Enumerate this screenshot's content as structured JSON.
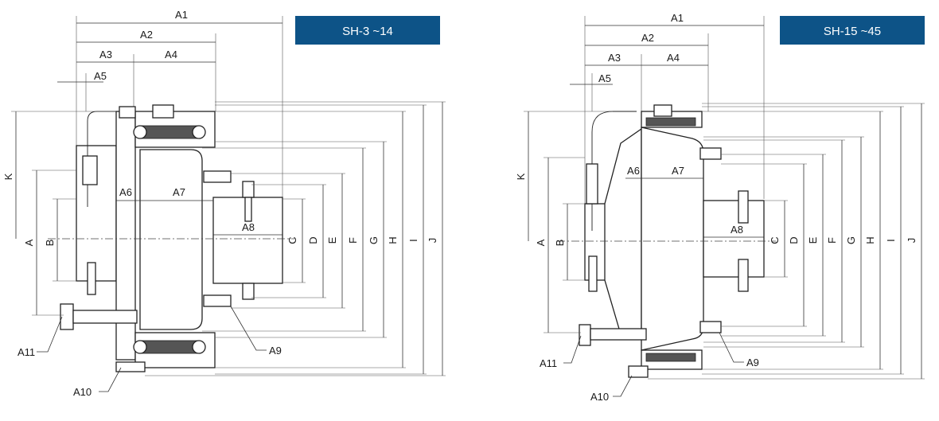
{
  "colors": {
    "badge": "#0d5387",
    "line": "#222222"
  },
  "diagrams": [
    {
      "badge": "SH-3 ~14",
      "labels": {
        "A1": "A1",
        "A2": "A2",
        "A3": "A3",
        "A4": "A4",
        "A5": "A5",
        "A6": "A6",
        "A7": "A7",
        "A8": "A8",
        "A9": "A9",
        "A10": "A10",
        "A11": "A11",
        "K": "K",
        "A": "A",
        "B": "B",
        "C": "C",
        "D": "D",
        "E": "E",
        "F": "F",
        "G": "G",
        "H": "H",
        "I": "I",
        "J": "J"
      }
    },
    {
      "badge": "SH-15 ~45",
      "labels": {
        "A1": "A1",
        "A2": "A2",
        "A3": "A3",
        "A4": "A4",
        "A5": "A5",
        "A6": "A6",
        "A7": "A7",
        "A8": "A8",
        "A9": "A9",
        "A10": "A10",
        "A11": "A11",
        "K": "K",
        "A": "A",
        "B": "B",
        "C": "C",
        "D": "D",
        "E": "E",
        "F": "F",
        "G": "G",
        "H": "H",
        "I": "I",
        "J": "J"
      }
    }
  ]
}
